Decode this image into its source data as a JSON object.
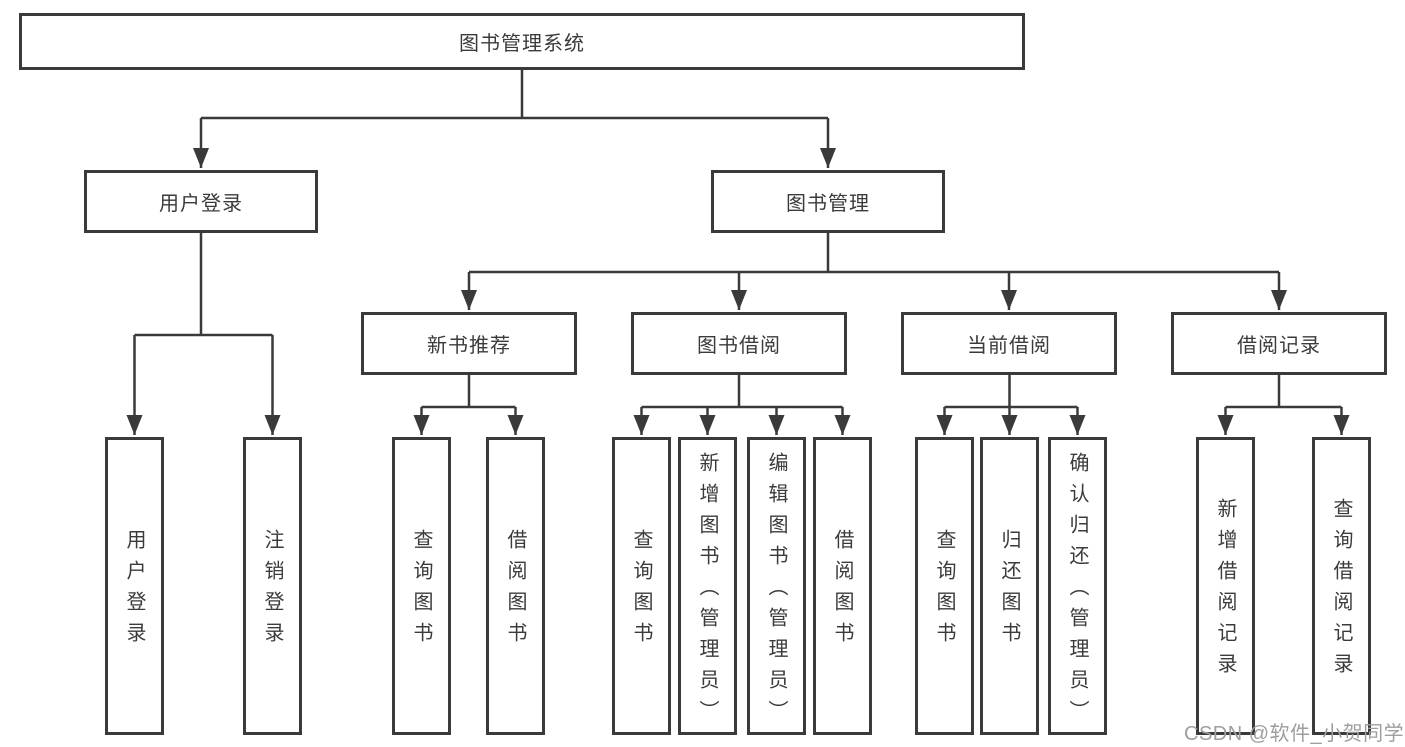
{
  "tree": {
    "label": "图书管理系统",
    "children": [
      {
        "label": "用户登录",
        "children": [
          {
            "label": "用户登录"
          },
          {
            "label": "注销登录"
          }
        ]
      },
      {
        "label": "图书管理",
        "children": [
          {
            "label": "新书推荐",
            "children": [
              {
                "label": "查询图书"
              },
              {
                "label": "借阅图书"
              }
            ]
          },
          {
            "label": "图书借阅",
            "children": [
              {
                "label": "查询图书"
              },
              {
                "label": "新增图书（管理员）"
              },
              {
                "label": "编辑图书（管理员）"
              },
              {
                "label": "借阅图书"
              }
            ]
          },
          {
            "label": "当前借阅",
            "children": [
              {
                "label": "查询图书"
              },
              {
                "label": "归还图书"
              },
              {
                "label": "确认归还（管理员）"
              }
            ]
          },
          {
            "label": "借阅记录",
            "children": [
              {
                "label": "新增借阅记录"
              },
              {
                "label": "查询借阅记录"
              }
            ]
          }
        ]
      }
    ]
  },
  "watermark": {
    "text": "CSDN @软件_小贺同学",
    "color": "#9e9e9e"
  },
  "colors": {
    "line": "#3a3a3a",
    "text": "#3b3b3b",
    "box_background": "#ffffff",
    "page_background": "#ffffff"
  }
}
